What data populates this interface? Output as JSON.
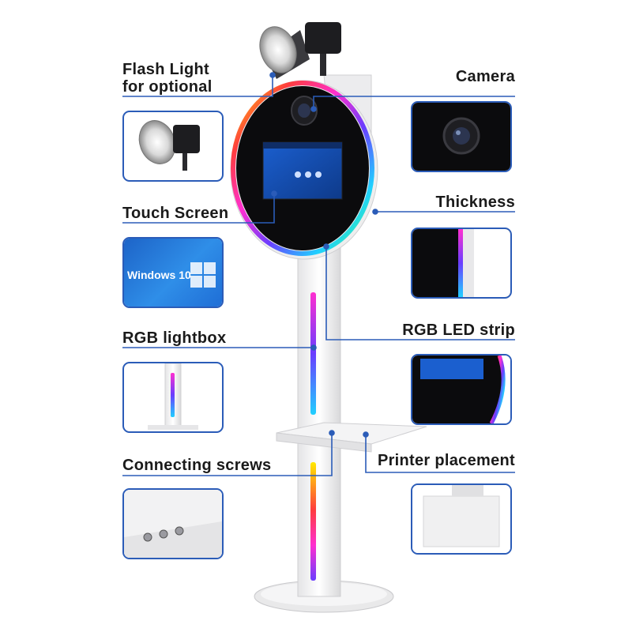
{
  "labels": {
    "flash_line1": "Flash Light",
    "flash_line2": "for optional",
    "camera": "Camera",
    "touch_screen": "Touch Screen",
    "thickness": "Thickness",
    "rgb_lightbox": "RGB lightbox",
    "rgb_led_strip": "RGB LED strip",
    "connecting_screws": "Connecting screws",
    "printer_placement": "Printer placement"
  },
  "screen": {
    "os_badge": "Windows 10"
  },
  "colors": {
    "leader_line": "#2b5cb8",
    "thumb_border": "#2b5cb8",
    "label_text": "#1a1a1a"
  }
}
